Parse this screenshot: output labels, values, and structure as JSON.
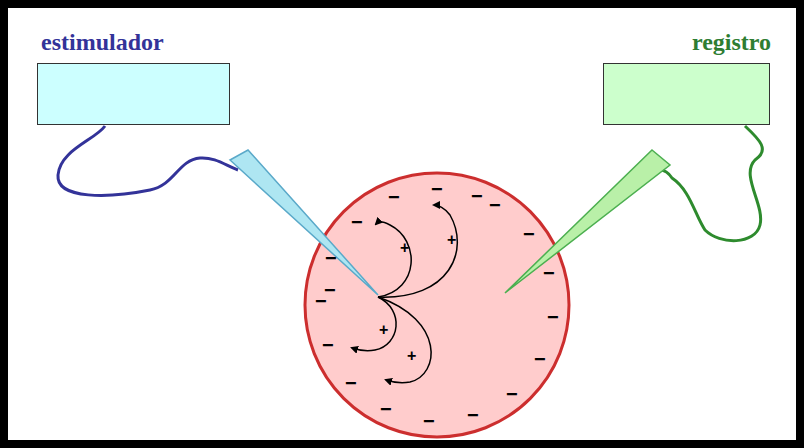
{
  "diagram": {
    "nodes": [
      {
        "text": [
          "estimulador"
        ]
      },
      {
        "text": [
          "registro"
        ]
      }
    ],
    "labels": [
      "−",
      "−",
      "−",
      "−",
      "−",
      "−",
      "−",
      "−",
      "−",
      "−",
      "−",
      "−",
      "−",
      "−",
      "−",
      "−",
      "−",
      "−",
      "+",
      "+",
      "+",
      "+"
    ]
  }
}
